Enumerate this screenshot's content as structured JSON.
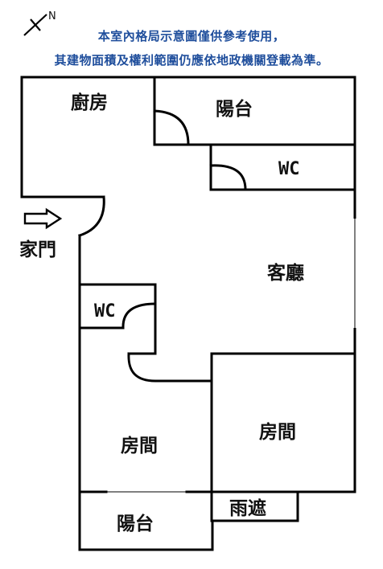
{
  "compass": {
    "letter": "N"
  },
  "notes": {
    "line1": "本室內格局示意圖僅供參考使用，",
    "line2": "其建物面積及權利範圍仍應依地政機關登載為準。"
  },
  "entrance": {
    "label": "家門"
  },
  "rooms": {
    "kitchen": "廚房",
    "balcony_top": "陽台",
    "wc_top": "WC",
    "living": "客廳",
    "wc_mid": "WC",
    "bedroom_left": "房間",
    "bedroom_right": "房間",
    "balcony_bottom": "陽台",
    "canopy": "雨遮"
  }
}
